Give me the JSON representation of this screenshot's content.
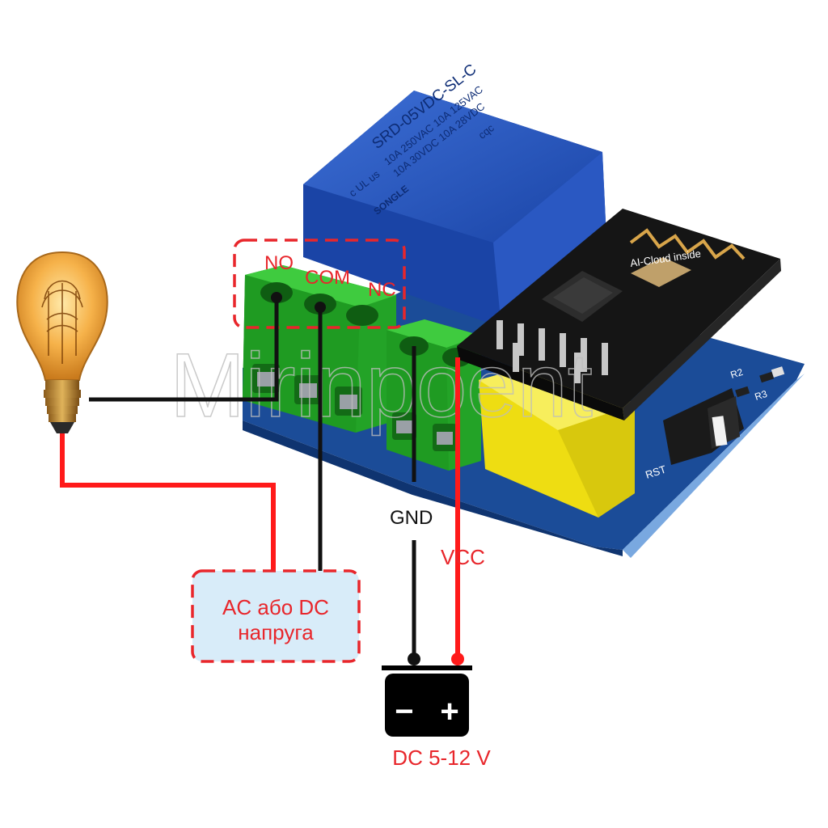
{
  "relay": {
    "brand": "SONGLE",
    "model": "SRD-05VDC-SL-C",
    "rating_1": "10A 250VAC  10A 125VAC",
    "rating_2": "10A 30VDC  10A 28VDC",
    "cert_ul": "c UL us",
    "cert_cqc": "cqc"
  },
  "wifi_module": {
    "label": "AI-Cloud inside"
  },
  "board": {
    "rst_label": "RST",
    "r2_label": "R2",
    "r3_label": "R3"
  },
  "terminals": {
    "no": "NO",
    "com": "COM",
    "nc": "NC",
    "gnd": "GND",
    "vcc": "VCC"
  },
  "supply_box": {
    "line1": "AC або DC",
    "line2": "напруга"
  },
  "battery": {
    "minus": "−",
    "plus": "+",
    "label": "DC 5-12 V"
  },
  "watermark": "Mirinpoent",
  "colors": {
    "wire_red": "#ff1a1a",
    "wire_black": "#111111",
    "label_red": "#e8262b",
    "dashed_red": "#e8262b",
    "relay_blue": "#1f4fb8",
    "board_blue": "#1d4f9a",
    "terminal_green": "#27b12b",
    "module_black": "#141414",
    "button_yellow": "#f1e21c",
    "supply_fill": "#d8ecf9"
  },
  "icons": [
    "light-bulb-icon",
    "battery-icon"
  ]
}
